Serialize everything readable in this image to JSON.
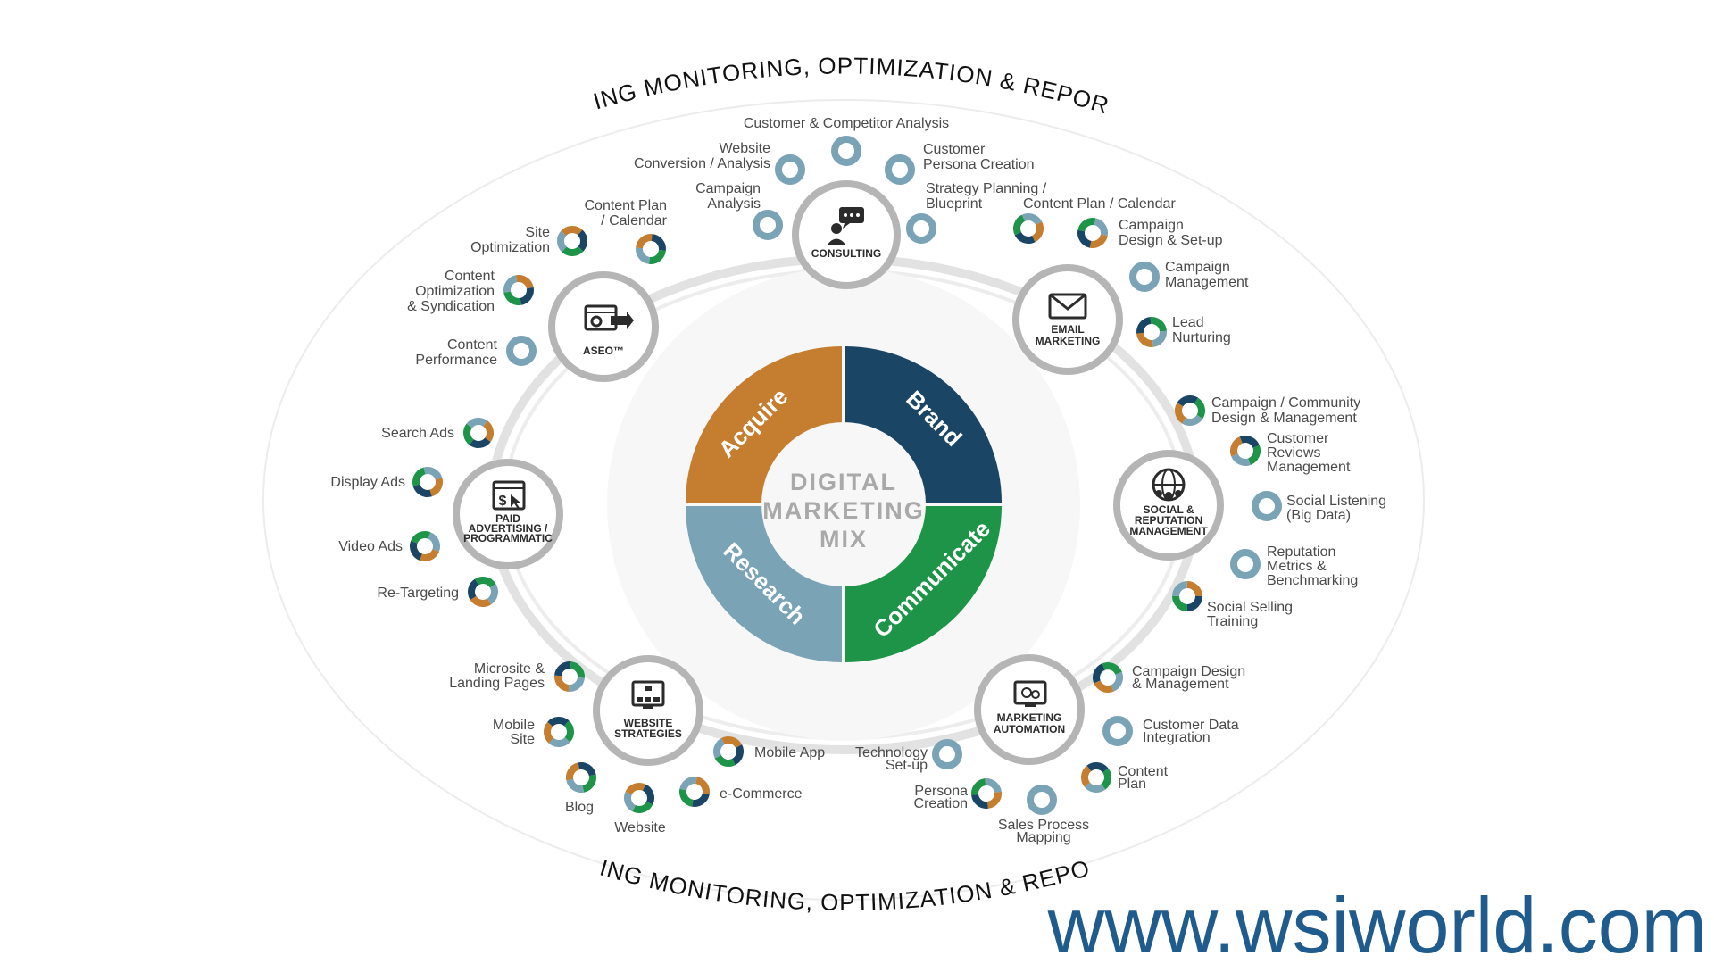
{
  "ring_text_top": "ONGOING MONITORING, OPTIMIZATION & REPORTING",
  "ring_text_bottom": "ONGOING MONITORING, OPTIMIZATION & REPORTING",
  "center": {
    "line1": "DIGITAL",
    "line2": "MARKETING",
    "line3": "MIX"
  },
  "quadrants": {
    "acquire": "Acquire",
    "brand": "Brand",
    "communicate": "Communicate",
    "research": "Research"
  },
  "colors": {
    "acquire": "#c57d2f",
    "brand": "#1b4565",
    "communicate": "#1d9448",
    "research": "#7aa3b6",
    "ring": "#b5b5b5",
    "url": "#1f5b8c"
  },
  "hubs": {
    "consulting": {
      "label": "CONSULTING",
      "icon": "consulting-icon"
    },
    "email": {
      "line1": "EMAIL",
      "line2": "MARKETING",
      "icon": "envelope-icon"
    },
    "social": {
      "line1": "SOCIAL &",
      "line2": "REPUTATION",
      "line3": "MANAGEMENT",
      "icon": "social-globe-icon"
    },
    "automation": {
      "line1": "MARKETING",
      "line2": "AUTOMATION",
      "icon": "automation-monitor-icon"
    },
    "website": {
      "line1": "WEBSITE",
      "line2": "STRATEGIES",
      "icon": "sitemap-icon"
    },
    "paid": {
      "line1": "PAID",
      "line2": "ADVERTISING /",
      "line3": "PROGRAMMATIC",
      "icon": "dollar-click-icon"
    },
    "aseo": {
      "label": "ASEO™",
      "icon": "seo-arrow-icon"
    }
  },
  "items": {
    "cust_comp": "Customer & Competitor Analysis",
    "website_conv_1": "Website",
    "website_conv_2": "Conversion / Analysis",
    "cust_persona_1": "Customer",
    "cust_persona_2": "Persona Creation",
    "campaign_analysis_1": "Campaign",
    "campaign_analysis_2": "Analysis",
    "strategy_1": "Strategy Planning /",
    "strategy_2": "Blueprint",
    "content_plan_left_1": "Content Plan",
    "content_plan_left_2": "/ Calendar",
    "site_opt_1": "Site",
    "site_opt_2": "Optimization",
    "content_opt_1": "Content",
    "content_opt_2": "Optimization",
    "content_opt_3": "& Syndication",
    "content_perf_1": "Content",
    "content_perf_2": "Performance",
    "content_plan_right": "Content Plan / Calendar",
    "campaign_design_1": "Campaign",
    "campaign_design_2": "Design & Set-up",
    "campaign_mgmt_1": "Campaign",
    "campaign_mgmt_2": "Management",
    "lead_1": "Lead",
    "lead_2": "Nurturing",
    "community_1": "Campaign / Community",
    "community_2": "Design & Management",
    "reviews_1": "Customer",
    "reviews_2": "Reviews",
    "reviews_3": "Management",
    "listening_1": "Social Listening",
    "listening_2": "(Big Data)",
    "reputation_1": "Reputation",
    "reputation_2": "Metrics &",
    "reputation_3": "Benchmarking",
    "selling_1": "Social Selling",
    "selling_2": "Training",
    "search_ads": "Search Ads",
    "display_ads": "Display Ads",
    "video_ads": "Video Ads",
    "retargeting": "Re-Targeting",
    "microsite_1": "Microsite &",
    "microsite_2": "Landing Pages",
    "mobile_site_1": "Mobile",
    "mobile_site_2": "Site",
    "blog": "Blog",
    "website": "Website",
    "mobile_app": "Mobile App",
    "ecommerce": "e-Commerce",
    "tech_setup_1": "Technology",
    "tech_setup_2": "Set-up",
    "persona_creation_1": "Persona",
    "persona_creation_2": "Creation",
    "sales_process_1": "Sales Process",
    "sales_process_2": "Mapping",
    "campaign_dm_1": "Campaign Design",
    "campaign_dm_2": "& Management",
    "cust_data_1": "Customer Data",
    "cust_data_2": "Integration",
    "content_plan_auto_1": "Content",
    "content_plan_auto_2": "Plan"
  },
  "url": "www.wsiworld.com"
}
